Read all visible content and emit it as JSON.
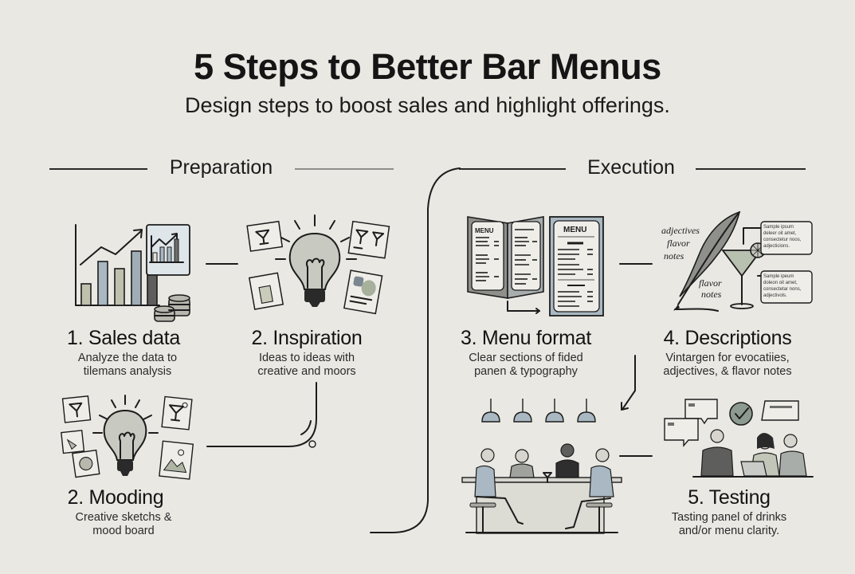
{
  "header": {
    "title": "5 Steps to Better Bar Menus",
    "subtitle": "Design steps to boost sales and highlight offerings."
  },
  "sections": {
    "preparation": "Preparation",
    "execution": "Execution"
  },
  "steps": [
    {
      "number": "1.",
      "title": "1. Sales data",
      "description": "Analyze the data to\ntilemans analysis",
      "icon": "bar-chart-with-coins"
    },
    {
      "number": "2.",
      "title": "2. Inspiration",
      "description": "Ideas to ideas with\ncreative and moors",
      "icon": "lightbulb-with-sketches"
    },
    {
      "number": "2.",
      "title": "2. Mooding",
      "description": "Creative sketchs &\nmood board",
      "icon": "lightbulb-mood-board"
    },
    {
      "number": "3.",
      "title": "3. Menu format",
      "description": "Clear sections of fided\npanen & typography",
      "icon": "menu-cards"
    },
    {
      "number": "4.",
      "title": "4. Descriptions",
      "description": "Vintargen for evocatiies,\nadjectives, & flavor notes",
      "icon": "quill-and-martini"
    },
    {
      "number": "5.",
      "title": "5. Testing",
      "description": "Tasting panel of drinks\nand/or menu clarity.",
      "icon": "tasting-panel"
    }
  ],
  "illustration_text": {
    "menu_label_left": "MENU",
    "menu_label_right": "MENU",
    "word_adjectives": "adjectives",
    "word_flavor_1": "flavor",
    "word_notes_1": "notes",
    "word_flavor_2": "flavor",
    "word_notes_2": "notes",
    "callout_1": "Sample ipsum\ndeleer oit amet,\nconsectetur noos,\nadjecticions.",
    "callout_2": "Sample ipeum\ndoleon oit amet,\nconsectetar nons,\nadjectivols."
  },
  "colors": {
    "background": "#e9e8e3",
    "ink": "#1c1c1c",
    "slate_blue": "#a9b8c2",
    "sage": "#b9bda9",
    "gray_fill": "#c9c9c2",
    "dark_gray": "#5e5f5c"
  }
}
